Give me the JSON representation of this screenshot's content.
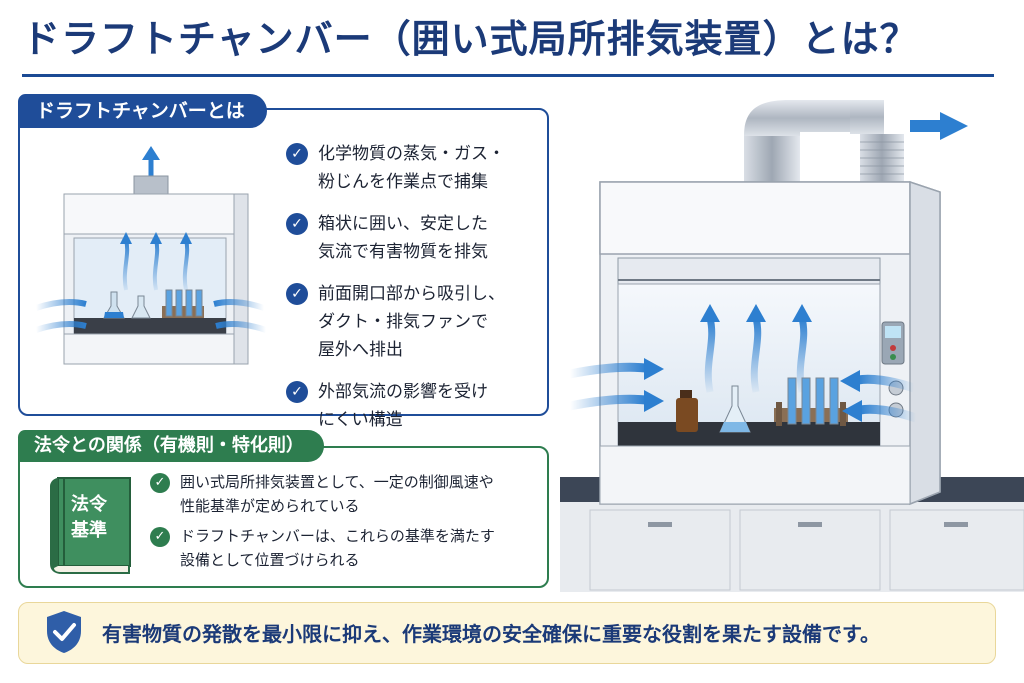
{
  "title": "ドラフトチャンバー（囲い式局所排気装置）とは？",
  "section1": {
    "header": "ドラフトチャンバーとは",
    "features": [
      "化学物質の蒸気・ガス・\n粉じんを作業点で捕集",
      "箱状に囲い、安定した\n気流で有害物質を排気",
      "前面開口部から吸引し、\nダクト・排気ファンで\n屋外へ排出",
      "外部気流の影響を受け\nにくい構造"
    ]
  },
  "section2": {
    "header": "法令との関係（有機則・特化則）",
    "book_label": "法令\n基準",
    "items": [
      "囲い式局所排気装置として、一定の制御風速や\n性能基準が定められている",
      "ドラフトチャンバーは、これらの基準を満たす\n設備として位置づけられる"
    ]
  },
  "banner": {
    "text": "有害物質の発散を最小限に抑え、作業環境の安全確保に重要な役割を果たす設備です。"
  },
  "colors": {
    "navy": "#1b3a78",
    "blue": "#1f4d99",
    "green": "#2e7d4f",
    "airflow": "#2d7fd0",
    "banner_bg": "#fdf6dc"
  }
}
